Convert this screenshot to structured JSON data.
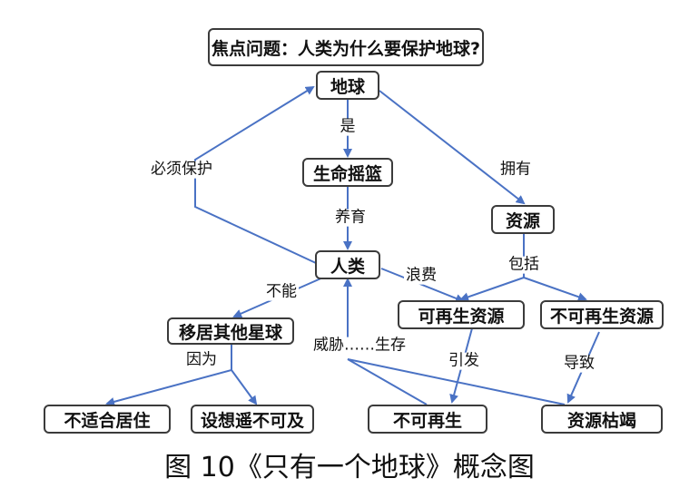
{
  "nodes": {
    "focus": "焦点问题：人类为什么要保护地球?",
    "earth": "地球",
    "cradle": "生命摇篮",
    "resources": "资源",
    "human": "人类",
    "migrate": "移居其他星球",
    "renewable": "可再生资源",
    "nonrenewable": "不可再生资源",
    "unsuitable": "不适合居住",
    "unreachable": "设想遥不可及",
    "nonrenew2": "不可再生",
    "depletion": "资源枯竭"
  },
  "labels": {
    "is": "是",
    "must_protect": "必须保护",
    "own": "拥有",
    "nurture": "养育",
    "include": "包括",
    "waste": "浪费",
    "cannot": "不能",
    "threat": "威胁……生存",
    "because": "因为",
    "cause": "引发",
    "lead": "导致"
  },
  "caption": "图 10《只有一个地球》概念图",
  "colors": {
    "link": "#4a72c4",
    "border": "#3b3b3b"
  }
}
